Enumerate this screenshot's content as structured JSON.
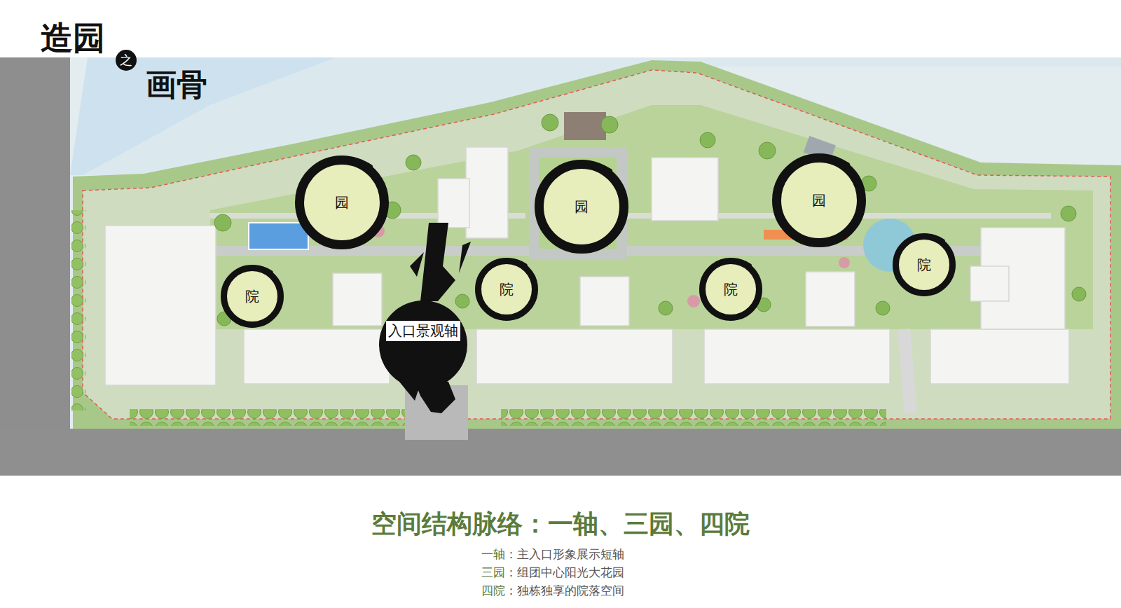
{
  "diagram": {
    "title": "造园",
    "caption": "空间结构脉络：一轴、三园、四院",
    "nodes": [
      {
        "text": [
          "园"
        ]
      },
      {
        "text": [
          "园"
        ]
      },
      {
        "text": [
          "园"
        ]
      },
      {
        "text": [
          "院"
        ]
      },
      {
        "text": [
          "院"
        ]
      },
      {
        "text": [
          "院"
        ]
      },
      {
        "text": [
          "院"
        ]
      },
      {
        "text": [
          "入口景观轴"
        ]
      }
    ],
    "labels": [
      "之",
      "画骨",
      "一轴",
      "：主入口形象展示短轴",
      "三园",
      "：组团中心阳光大花园",
      "四院",
      "：独栋独享的院落空间"
    ]
  }
}
